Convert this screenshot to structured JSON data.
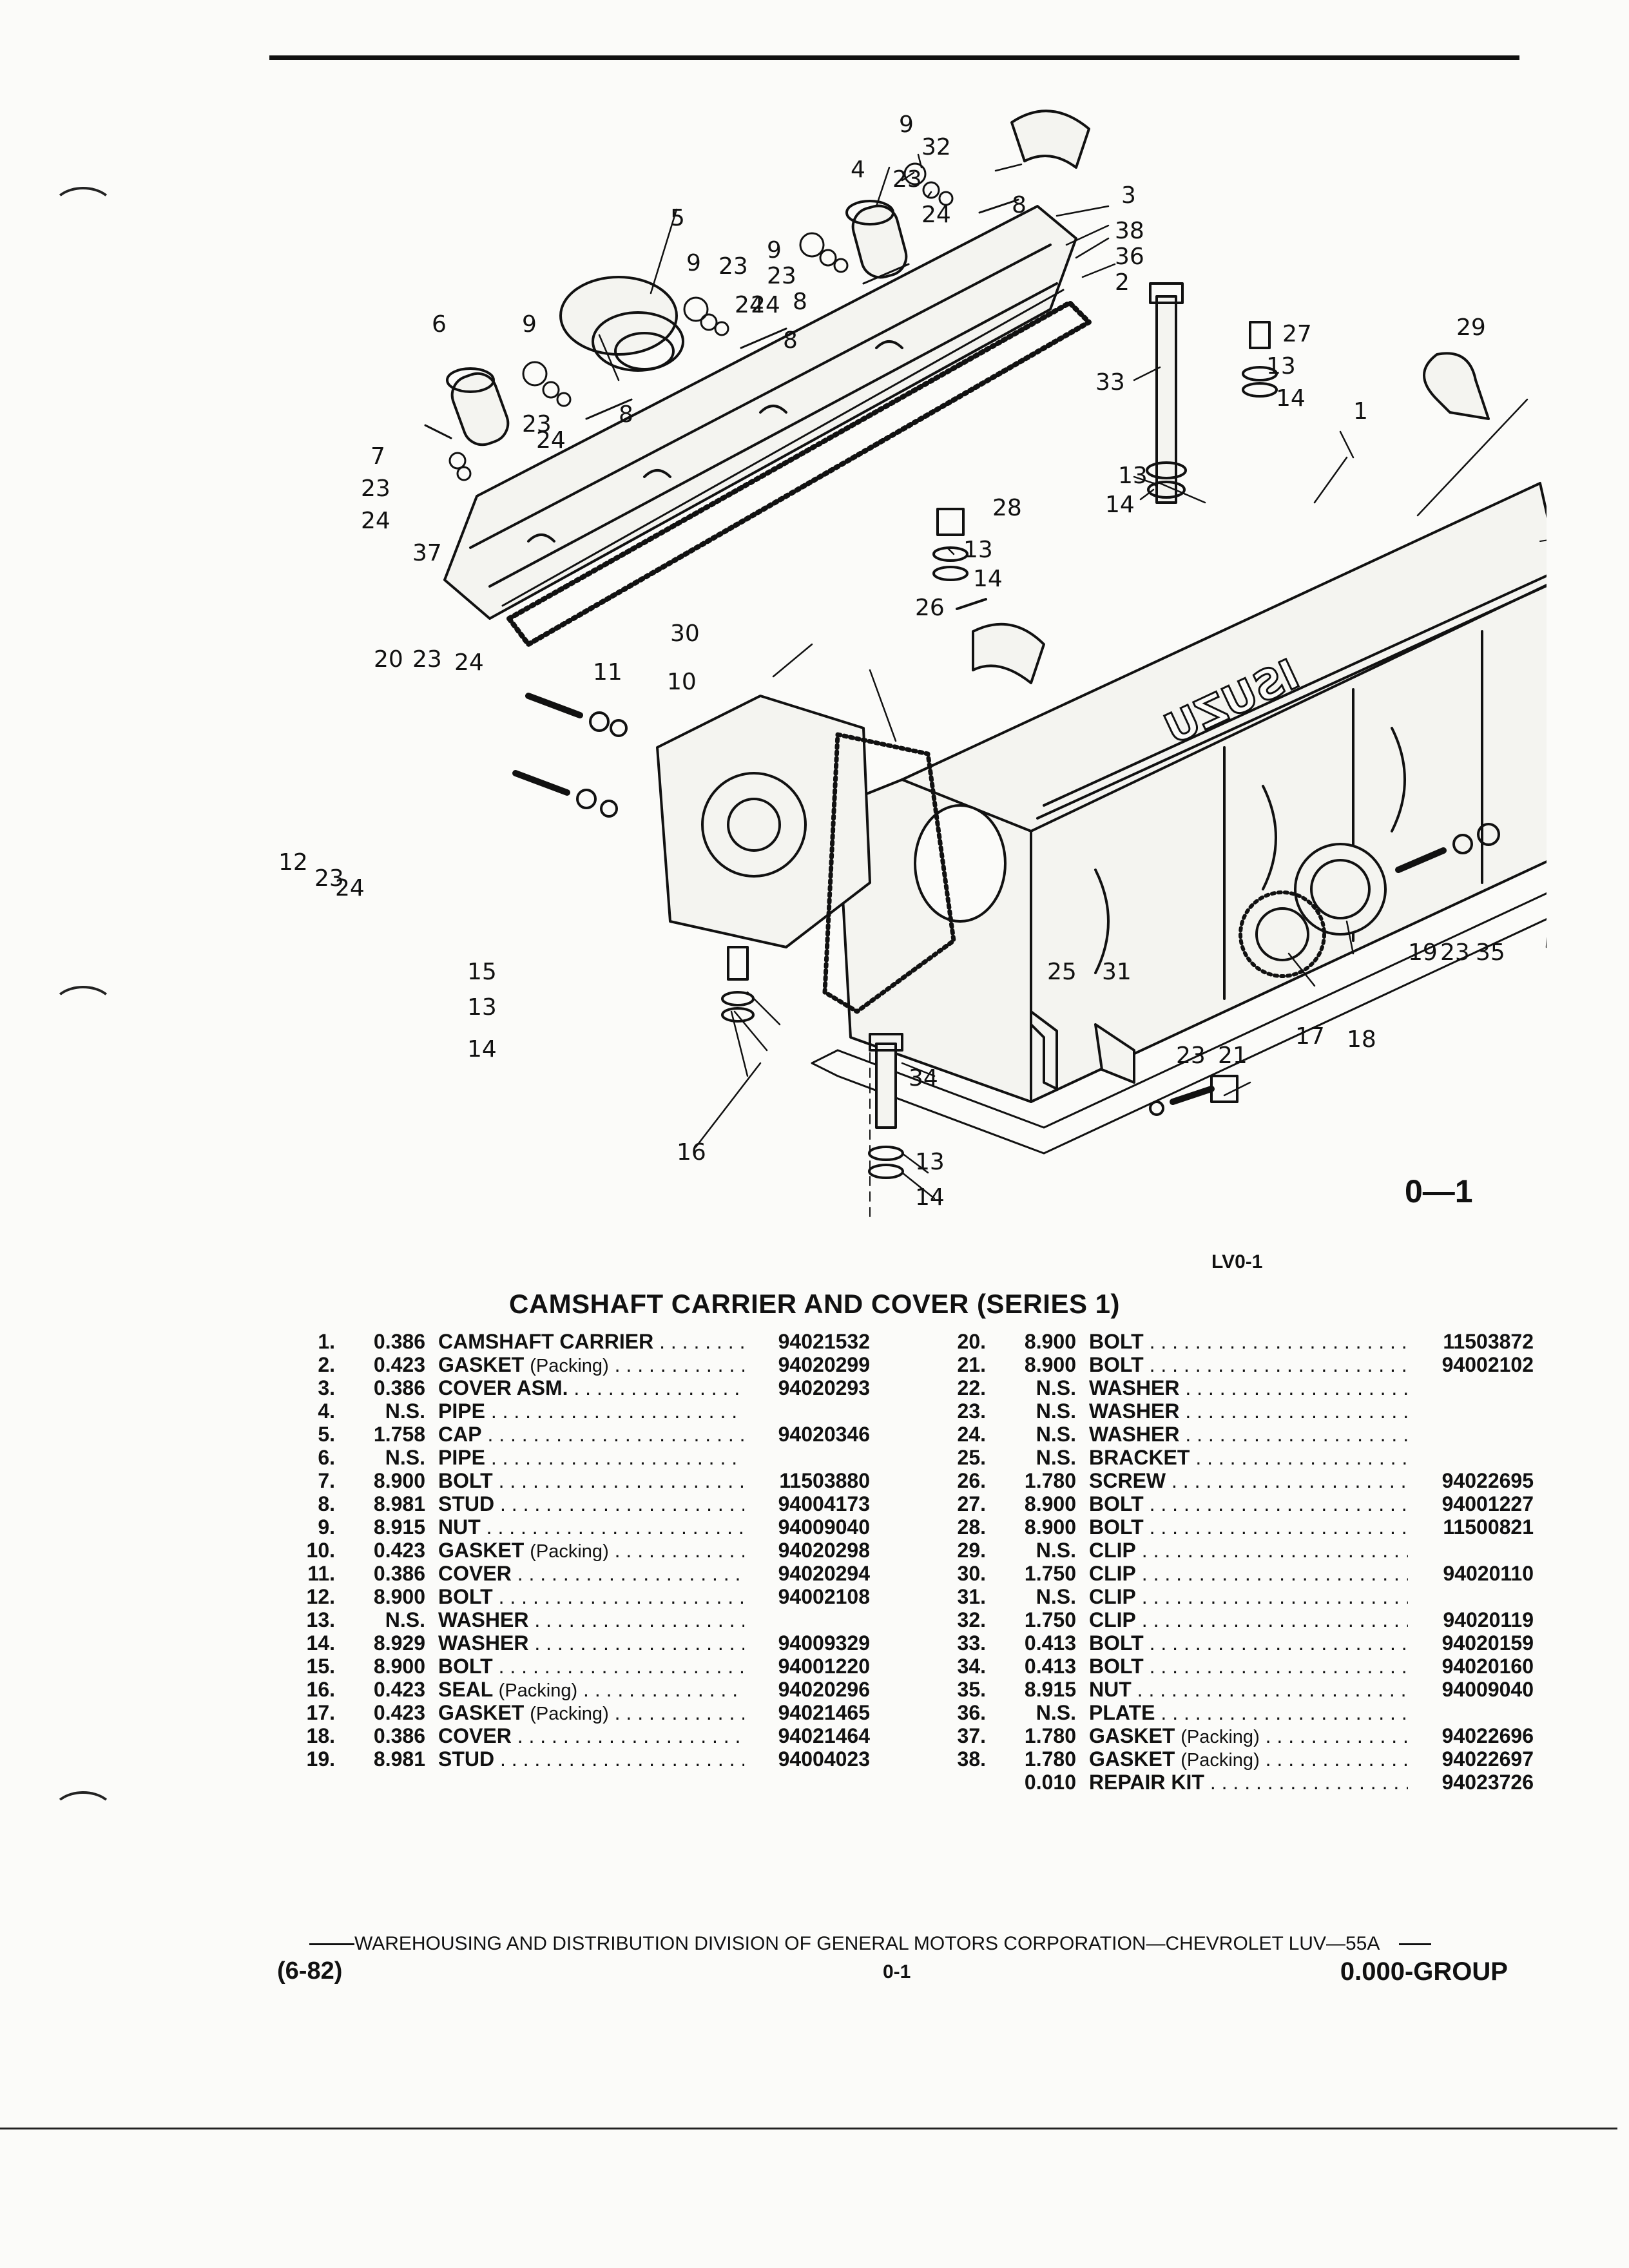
{
  "callouts": {
    "c1": "1",
    "c2": "2",
    "c3": "3",
    "c4": "4",
    "c5": "5",
    "c6": "6",
    "c7": "7",
    "c8": "8",
    "c9": "9",
    "c10": "10",
    "c11": "11",
    "c12": "12",
    "c13": "13",
    "c14": "14",
    "c15": "15",
    "c16": "16",
    "c17": "17",
    "c18": "18",
    "c19": "19",
    "c20": "20",
    "c21": "21",
    "c23": "23",
    "c24": "24",
    "c25": "25",
    "c26": "26",
    "c27": "27",
    "c28": "28",
    "c29": "29",
    "c30": "30",
    "c31": "31",
    "c32": "32",
    "c33": "33",
    "c34": "34",
    "c35": "35",
    "c36": "36",
    "c37": "37",
    "c38": "38"
  },
  "figure": {
    "id": "0—1",
    "code": "LV0-1",
    "logo": "ISUZU"
  },
  "title": "CAMSHAFT CARRIER AND COVER (SERIES 1)",
  "parts_left": [
    {
      "no": "1.",
      "code": "0.386",
      "desc": "CAMSHAFT CARRIER",
      "sub": "",
      "pn": "94021532"
    },
    {
      "no": "2.",
      "code": "0.423",
      "desc": "GASKET",
      "sub": "(Packing)",
      "pn": "94020299"
    },
    {
      "no": "3.",
      "code": "0.386",
      "desc": "COVER ASM.",
      "sub": "",
      "pn": "94020293"
    },
    {
      "no": "4.",
      "code": "N.S.",
      "desc": "PIPE",
      "sub": "",
      "pn": ""
    },
    {
      "no": "5.",
      "code": "1.758",
      "desc": "CAP",
      "sub": "",
      "pn": "94020346"
    },
    {
      "no": "6.",
      "code": "N.S.",
      "desc": "PIPE",
      "sub": "",
      "pn": ""
    },
    {
      "no": "7.",
      "code": "8.900",
      "desc": "BOLT",
      "sub": "",
      "pn": "11503880"
    },
    {
      "no": "8.",
      "code": "8.981",
      "desc": "STUD",
      "sub": "",
      "pn": "94004173"
    },
    {
      "no": "9.",
      "code": "8.915",
      "desc": "NUT",
      "sub": "",
      "pn": "94009040"
    },
    {
      "no": "10.",
      "code": "0.423",
      "desc": "GASKET",
      "sub": "(Packing)",
      "pn": "94020298"
    },
    {
      "no": "11.",
      "code": "0.386",
      "desc": "COVER",
      "sub": "",
      "pn": "94020294"
    },
    {
      "no": "12.",
      "code": "8.900",
      "desc": "BOLT",
      "sub": "",
      "pn": "94002108"
    },
    {
      "no": "13.",
      "code": "N.S.",
      "desc": "WASHER",
      "sub": "",
      "pn": ""
    },
    {
      "no": "14.",
      "code": "8.929",
      "desc": "WASHER",
      "sub": "",
      "pn": "94009329"
    },
    {
      "no": "15.",
      "code": "8.900",
      "desc": "BOLT",
      "sub": "",
      "pn": "94001220"
    },
    {
      "no": "16.",
      "code": "0.423",
      "desc": "SEAL",
      "sub": "(Packing)",
      "pn": "94020296"
    },
    {
      "no": "17.",
      "code": "0.423",
      "desc": "GASKET",
      "sub": "(Packing)",
      "pn": "94021465"
    },
    {
      "no": "18.",
      "code": "0.386",
      "desc": "COVER",
      "sub": "",
      "pn": "94021464"
    },
    {
      "no": "19.",
      "code": "8.981",
      "desc": "STUD",
      "sub": "",
      "pn": "94004023"
    }
  ],
  "parts_right": [
    {
      "no": "20.",
      "code": "8.900",
      "desc": "BOLT",
      "sub": "",
      "pn": "11503872"
    },
    {
      "no": "21.",
      "code": "8.900",
      "desc": "BOLT",
      "sub": "",
      "pn": "94002102"
    },
    {
      "no": "22.",
      "code": "N.S.",
      "desc": "WASHER",
      "sub": "",
      "pn": ""
    },
    {
      "no": "23.",
      "code": "N.S.",
      "desc": "WASHER",
      "sub": "",
      "pn": ""
    },
    {
      "no": "24.",
      "code": "N.S.",
      "desc": "WASHER",
      "sub": "",
      "pn": ""
    },
    {
      "no": "25.",
      "code": "N.S.",
      "desc": "BRACKET",
      "sub": "",
      "pn": ""
    },
    {
      "no": "26.",
      "code": "1.780",
      "desc": "SCREW",
      "sub": "",
      "pn": "94022695"
    },
    {
      "no": "27.",
      "code": "8.900",
      "desc": "BOLT",
      "sub": "",
      "pn": "94001227"
    },
    {
      "no": "28.",
      "code": "8.900",
      "desc": "BOLT",
      "sub": "",
      "pn": "11500821"
    },
    {
      "no": "29.",
      "code": "N.S.",
      "desc": "CLIP",
      "sub": "",
      "pn": ""
    },
    {
      "no": "30.",
      "code": "1.750",
      "desc": "CLIP",
      "sub": "",
      "pn": "94020110"
    },
    {
      "no": "31.",
      "code": "N.S.",
      "desc": "CLIP",
      "sub": "",
      "pn": ""
    },
    {
      "no": "32.",
      "code": "1.750",
      "desc": "CLIP",
      "sub": "",
      "pn": "94020119"
    },
    {
      "no": "33.",
      "code": "0.413",
      "desc": "BOLT",
      "sub": "",
      "pn": "94020159"
    },
    {
      "no": "34.",
      "code": "0.413",
      "desc": "BOLT",
      "sub": "",
      "pn": "94020160"
    },
    {
      "no": "35.",
      "code": "8.915",
      "desc": "NUT",
      "sub": "",
      "pn": "94009040"
    },
    {
      "no": "36.",
      "code": "N.S.",
      "desc": "PLATE",
      "sub": "",
      "pn": ""
    },
    {
      "no": "37.",
      "code": "1.780",
      "desc": "GASKET",
      "sub": "(Packing)",
      "pn": "94022696"
    },
    {
      "no": "38.",
      "code": "1.780",
      "desc": "GASKET",
      "sub": "(Packing)",
      "pn": "94022697"
    },
    {
      "no": "",
      "code": "0.010",
      "desc": "REPAIR KIT",
      "sub": "",
      "pn": "94023726"
    }
  ],
  "footer": {
    "line": "WAREHOUSING AND DISTRIBUTION DIVISION OF GENERAL MOTORS CORPORATION—CHEVROLET LUV—55A",
    "date": "(6-82)",
    "page": "0-1",
    "group": "0.000-GROUP"
  }
}
